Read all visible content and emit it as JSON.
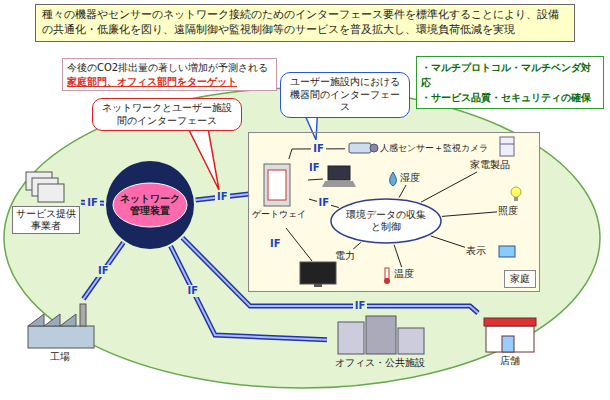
{
  "diagram": {
    "title": "種々の機器やセンサーのネットワーク接続のためのインターフェース要件を標準化することにより、設備の共通化・低廉化を図り、遠隔制御や監視制御等のサービスを普及拡大し、環境負荷低減を実現",
    "nodes": [
      {
        "text": [
          "今後のCO2排出量の著しい増加が予測される",
          "家庭部門、オフィス部門をターゲット"
        ]
      },
      {
        "text": [
          "・マルチプロトコル・マルチベンダ対応",
          "・サービス品質・セキュリティの確保"
        ]
      },
      {
        "text": [
          "ネットワークとユーザー施設間のインターフェース"
        ]
      },
      {
        "text": [
          "ユーザー施設内における機器間のインターフェース"
        ]
      },
      {
        "text": [
          "サービス提供事業者"
        ]
      },
      {
        "text": [
          "ネットワーク管理装置"
        ]
      },
      {
        "text": [
          "家庭"
        ]
      },
      {
        "text": [
          "ゲートウェイ"
        ],
        "in": 6
      },
      {
        "text": [
          "人感センサー＋監視カメラ"
        ],
        "in": 6
      },
      {
        "text": [
          "家電製品"
        ],
        "in": 6
      },
      {
        "text": [
          "環境データの収集と制御"
        ],
        "in": 6
      },
      {
        "text": [
          "湿度"
        ],
        "in": 6
      },
      {
        "text": [
          "照度"
        ],
        "in": 6
      },
      {
        "text": [
          "表示"
        ],
        "in": 6
      },
      {
        "text": [
          "電力"
        ],
        "in": 6
      },
      {
        "text": [
          "温度"
        ],
        "in": 6
      },
      {
        "text": [
          "工場"
        ]
      },
      {
        "text": [
          "オフィス・公共施設"
        ]
      },
      {
        "text": [
          "店舗"
        ]
      }
    ],
    "edges": [
      {
        "from": 4,
        "to": 5,
        "arrow": "none",
        "label": "IF"
      },
      {
        "from": 5,
        "to": 7,
        "arrow": "none",
        "label": "IF"
      },
      {
        "from": 5,
        "to": 16,
        "arrow": "none",
        "label": "IF"
      },
      {
        "from": 5,
        "to": 17,
        "arrow": "none",
        "label": "IF"
      },
      {
        "from": 5,
        "to": 18,
        "arrow": "none",
        "label": "IF"
      },
      {
        "from": 7,
        "to": 8,
        "arrow": "none",
        "label": "IF"
      },
      {
        "from": 7,
        "to": 10,
        "arrow": "none",
        "label": "IF"
      },
      {
        "from": 10,
        "to": 9,
        "arrow": "none"
      },
      {
        "from": 10,
        "to": 11,
        "arrow": "none"
      },
      {
        "from": 10,
        "to": 12,
        "arrow": "none"
      },
      {
        "from": 10,
        "to": 13,
        "arrow": "none"
      },
      {
        "from": 10,
        "to": 14,
        "arrow": "none"
      },
      {
        "from": 10,
        "to": 15,
        "arrow": "none"
      }
    ],
    "labels": [
      "IF",
      "IF"
    ]
  }
}
